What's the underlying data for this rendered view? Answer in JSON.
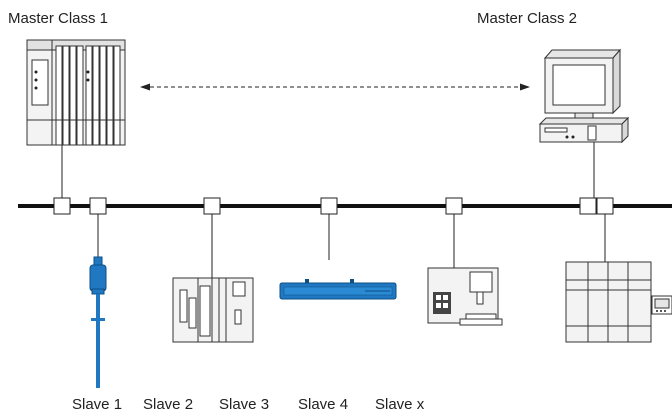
{
  "labels": {
    "master1": "Master Class 1",
    "master2": "Master Class 2",
    "slaves": [
      "Slave 1",
      "Slave 2",
      "Slave 3",
      "Slave 4",
      "Slave x"
    ]
  },
  "colors": {
    "line": "#111111",
    "device_fill": "#f3f3f3",
    "device_stroke": "#333333",
    "blue": "#1f78c1",
    "blue_dark": "#0e4f86"
  }
}
